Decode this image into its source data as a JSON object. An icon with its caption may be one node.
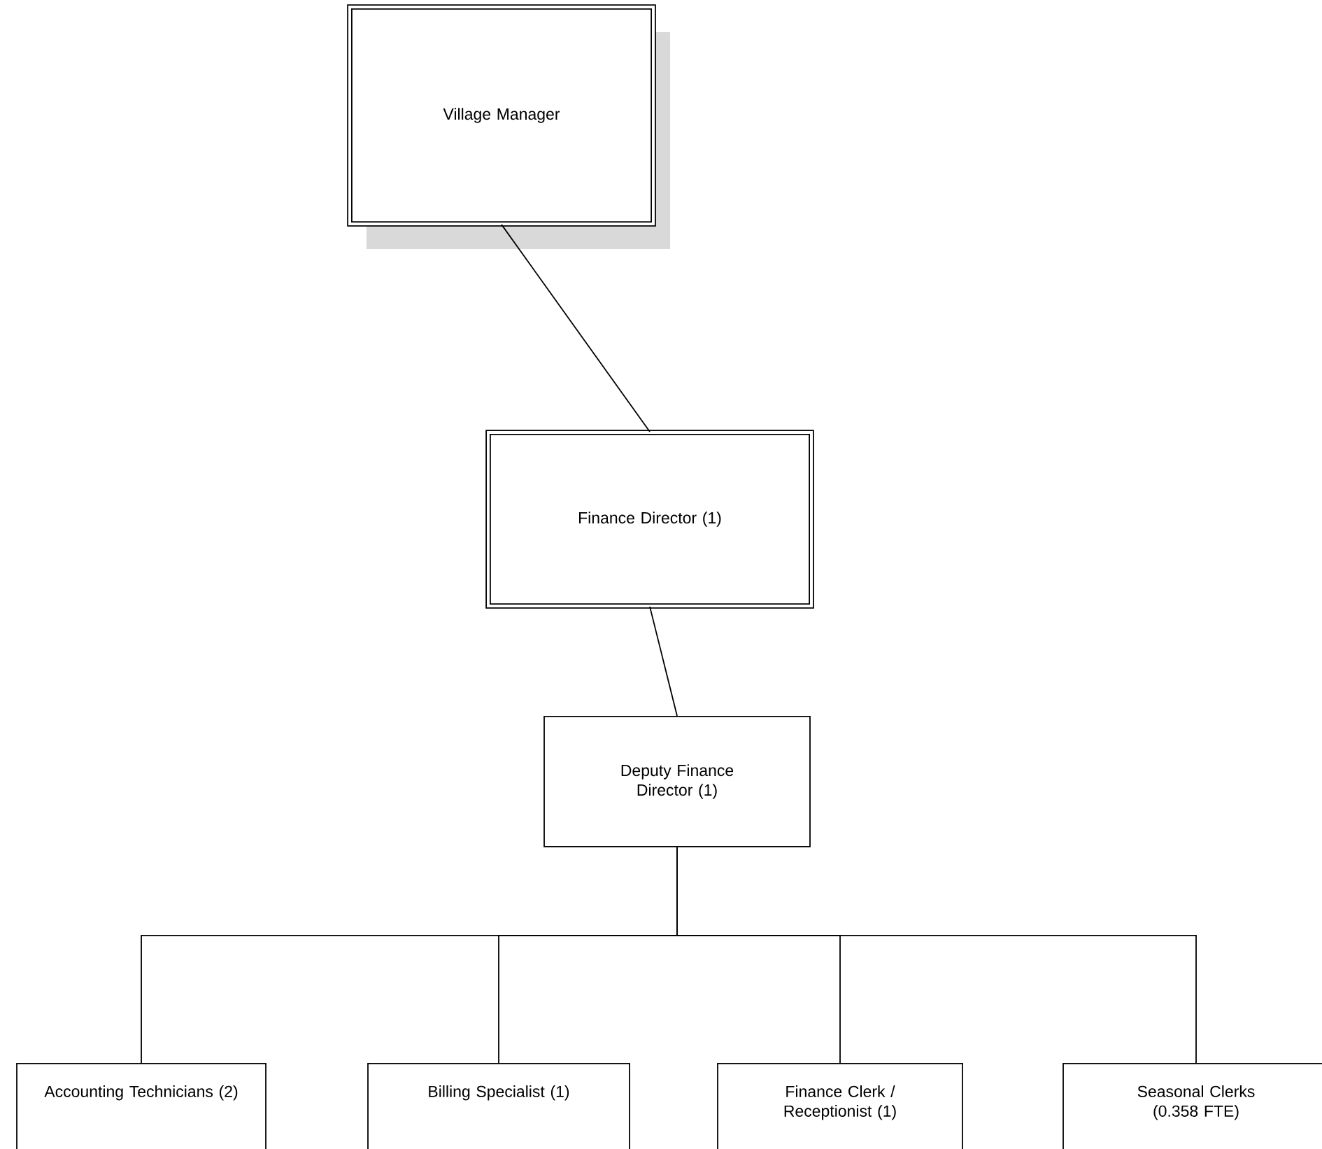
{
  "diagram": {
    "nodes": [
      {
        "text": [
          "Village Manager"
        ]
      },
      {
        "text": [
          "Finance Director (1)"
        ]
      },
      {
        "text": [
          "Deputy Finance Director (1)"
        ]
      },
      {
        "text": [
          "Accounting Technicians (2)"
        ]
      },
      {
        "text": [
          "Billing Specialist (1)"
        ]
      },
      {
        "text": [
          "Finance Clerk / Receptionist (1)"
        ]
      },
      {
        "text": [
          "Seasonal Clerks (0.358 FTE)"
        ]
      }
    ],
    "edges": [
      {
        "from": 0,
        "to": 1,
        "arrow": "none"
      },
      {
        "from": 1,
        "to": 2,
        "arrow": "none"
      },
      {
        "from": 2,
        "to": 3,
        "arrow": "none"
      },
      {
        "from": 2,
        "to": 4,
        "arrow": "none"
      },
      {
        "from": 2,
        "to": 5,
        "arrow": "none"
      },
      {
        "from": 2,
        "to": 6,
        "arrow": "none"
      }
    ]
  }
}
